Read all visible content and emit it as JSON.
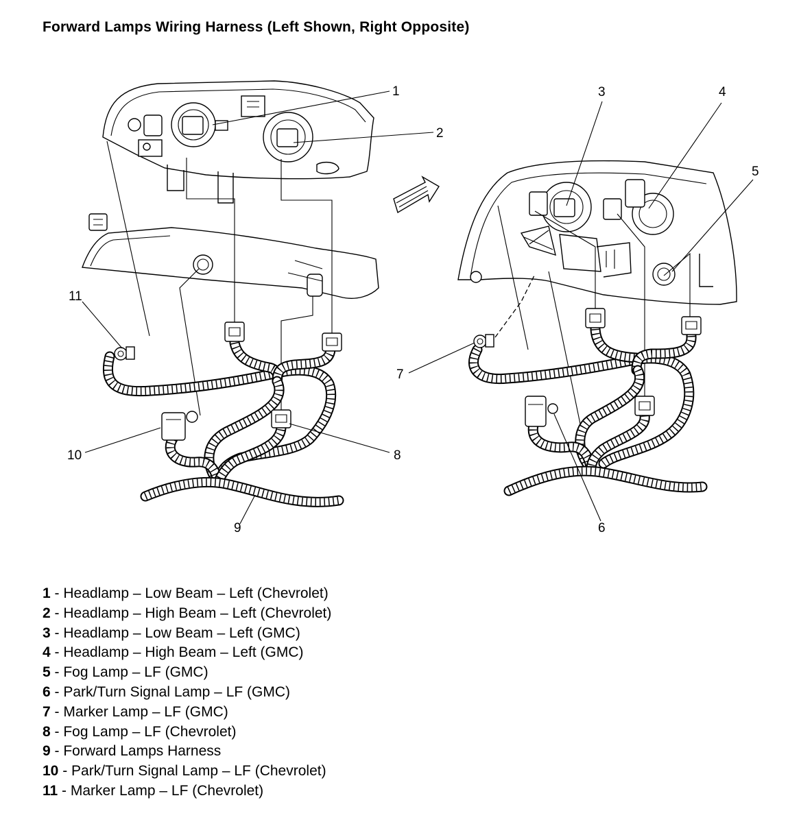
{
  "title": "Forward Lamps Wiring Harness (Left Shown, Right Opposite)",
  "callouts": {
    "c1": "1",
    "c2": "2",
    "c3": "3",
    "c4": "4",
    "c5": "5",
    "c6": "6",
    "c7": "7",
    "c8": "8",
    "c9": "9",
    "c10": "10",
    "c11": "11"
  },
  "legend": [
    {
      "num": "1",
      "sep": " - ",
      "text": "Headlamp – Low Beam – Left (Chevrolet)"
    },
    {
      "num": "2",
      "sep": " - ",
      "text": "Headlamp – High Beam – Left (Chevrolet)"
    },
    {
      "num": "3",
      "sep": " - ",
      "text": "Headlamp – Low Beam – Left (GMC)"
    },
    {
      "num": "4",
      "sep": " - ",
      "text": "Headlamp – High Beam – Left (GMC)"
    },
    {
      "num": "5",
      "sep": " - ",
      "text": "Fog Lamp – LF (GMC)"
    },
    {
      "num": "6",
      "sep": " - ",
      "text": "Park/Turn Signal Lamp – LF (GMC)"
    },
    {
      "num": "7",
      "sep": " - ",
      "text": "Marker Lamp – LF (GMC)"
    },
    {
      "num": "8",
      "sep": " - ",
      "text": "Fog Lamp – LF (Chevrolet)"
    },
    {
      "num": "9",
      "sep": " - ",
      "text": "Forward Lamps Harness"
    },
    {
      "num": "10",
      "sep": " - ",
      "text": "Park/Turn Signal Lamp – LF (Chevrolet)"
    },
    {
      "num": "11",
      "sep": " - ",
      "text": "Marker Lamp – LF (Chevrolet)"
    }
  ]
}
